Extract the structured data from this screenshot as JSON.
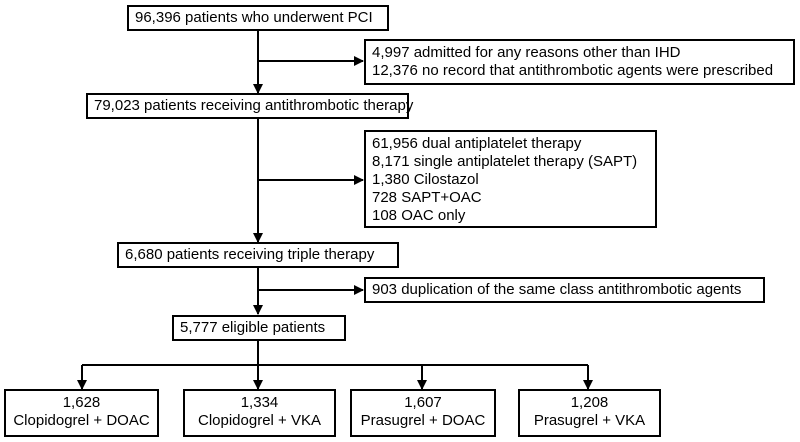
{
  "flow": {
    "start": "96,396 patients who underwent PCI",
    "exclusion1": [
      "4,997 admitted for any reasons other than IHD",
      "12,376 no record that antithrombotic agents were prescribed"
    ],
    "step2": "79,023 patients receiving antithrombotic therapy",
    "exclusion2": [
      "61,956 dual antiplatelet therapy",
      "8,171 single antiplatelet therapy (SAPT)",
      "1,380 Cilostazol",
      "728 SAPT+OAC",
      "108 OAC only"
    ],
    "step3": "6,680 patients receiving triple therapy",
    "exclusion3": "903 duplication of the same class antithrombotic agents",
    "step4": "5,777 eligible patients",
    "groups": [
      {
        "count": "1,628",
        "label": "Clopidogrel + DOAC"
      },
      {
        "count": "1,334",
        "label": "Clopidogrel + VKA"
      },
      {
        "count": "1,607",
        "label": "Prasugrel + DOAC"
      },
      {
        "count": "1,208",
        "label": "Prasugrel + VKA"
      }
    ]
  }
}
